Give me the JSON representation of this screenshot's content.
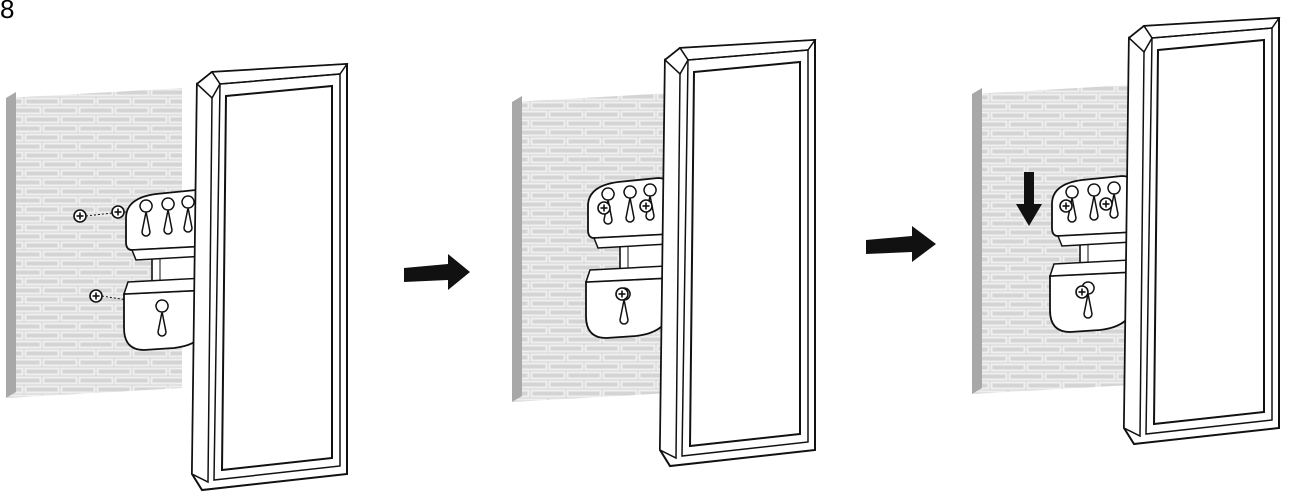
{
  "step_number": "8",
  "steps": [
    {
      "id": "step-1",
      "state": "screws-partially-inserted"
    },
    {
      "id": "step-2",
      "state": "speaker-placed-on-screws"
    },
    {
      "id": "step-3",
      "state": "speaker-slid-down"
    }
  ],
  "arrows": [
    {
      "id": "next-arrow-1",
      "direction": "right"
    },
    {
      "id": "next-arrow-2",
      "direction": "right"
    },
    {
      "id": "down-arrow",
      "direction": "down"
    }
  ],
  "colors": {
    "wall_gray": "#d4d4d4",
    "wall_side": "#a8a8a8",
    "brick_line": "#ededed",
    "outline": "#111111",
    "fill_white": "#ffffff"
  }
}
